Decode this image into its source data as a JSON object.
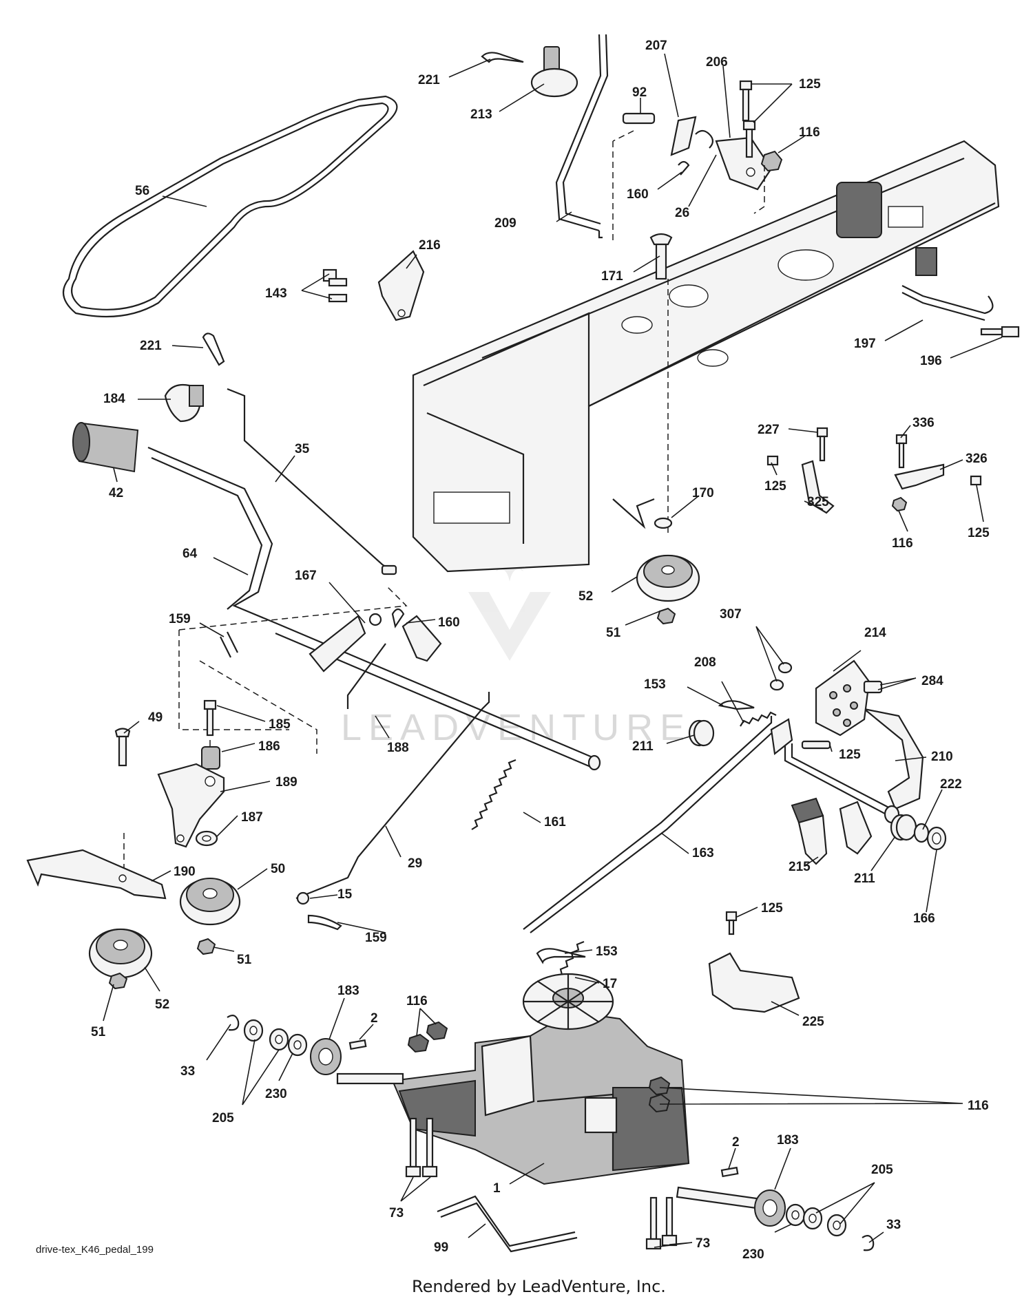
{
  "diagram": {
    "id_label": "drive-tex_K46_pedal_199",
    "footer": "Rendered by LeadVenture, Inc.",
    "watermark": "LEADVENTURE",
    "callouts": [
      {
        "key": "221a",
        "label": "221"
      },
      {
        "key": "213",
        "label": "213"
      },
      {
        "key": "207",
        "label": "207"
      },
      {
        "key": "92",
        "label": "92"
      },
      {
        "key": "206",
        "label": "206"
      },
      {
        "key": "125a",
        "label": "125"
      },
      {
        "key": "116a",
        "label": "116"
      },
      {
        "key": "56",
        "label": "56"
      },
      {
        "key": "160a",
        "label": "160"
      },
      {
        "key": "26",
        "label": "26"
      },
      {
        "key": "209",
        "label": "209"
      },
      {
        "key": "216",
        "label": "216"
      },
      {
        "key": "171",
        "label": "171"
      },
      {
        "key": "143",
        "label": "143"
      },
      {
        "key": "197",
        "label": "197"
      },
      {
        "key": "196",
        "label": "196"
      },
      {
        "key": "221b",
        "label": "221"
      },
      {
        "key": "184",
        "label": "184"
      },
      {
        "key": "35",
        "label": "35"
      },
      {
        "key": "227",
        "label": "227"
      },
      {
        "key": "336",
        "label": "336"
      },
      {
        "key": "326",
        "label": "326"
      },
      {
        "key": "42",
        "label": "42"
      },
      {
        "key": "170",
        "label": "170"
      },
      {
        "key": "125b",
        "label": "125"
      },
      {
        "key": "325",
        "label": "325"
      },
      {
        "key": "125c",
        "label": "125"
      },
      {
        "key": "116b",
        "label": "116"
      },
      {
        "key": "64",
        "label": "64"
      },
      {
        "key": "167",
        "label": "167"
      },
      {
        "key": "52a",
        "label": "52"
      },
      {
        "key": "160b",
        "label": "160"
      },
      {
        "key": "159a",
        "label": "159"
      },
      {
        "key": "307",
        "label": "307"
      },
      {
        "key": "214",
        "label": "214"
      },
      {
        "key": "51a",
        "label": "51"
      },
      {
        "key": "208",
        "label": "208"
      },
      {
        "key": "284",
        "label": "284"
      },
      {
        "key": "153a",
        "label": "153"
      },
      {
        "key": "49",
        "label": "49"
      },
      {
        "key": "185",
        "label": "185"
      },
      {
        "key": "186",
        "label": "186"
      },
      {
        "key": "211a",
        "label": "211"
      },
      {
        "key": "188",
        "label": "188"
      },
      {
        "key": "125d",
        "label": "125"
      },
      {
        "key": "210",
        "label": "210"
      },
      {
        "key": "189",
        "label": "189"
      },
      {
        "key": "222",
        "label": "222"
      },
      {
        "key": "187",
        "label": "187"
      },
      {
        "key": "161",
        "label": "161"
      },
      {
        "key": "29",
        "label": "29"
      },
      {
        "key": "163",
        "label": "163"
      },
      {
        "key": "215",
        "label": "215"
      },
      {
        "key": "190",
        "label": "190"
      },
      {
        "key": "50",
        "label": "50"
      },
      {
        "key": "211b",
        "label": "211"
      },
      {
        "key": "166",
        "label": "166"
      },
      {
        "key": "15",
        "label": "15"
      },
      {
        "key": "125e",
        "label": "125"
      },
      {
        "key": "159b",
        "label": "159"
      },
      {
        "key": "51b",
        "label": "51"
      },
      {
        "key": "153b",
        "label": "153"
      },
      {
        "key": "52b",
        "label": "52"
      },
      {
        "key": "17",
        "label": "17"
      },
      {
        "key": "51c",
        "label": "51"
      },
      {
        "key": "183a",
        "label": "183"
      },
      {
        "key": "116c",
        "label": "116"
      },
      {
        "key": "2a",
        "label": "2"
      },
      {
        "key": "225",
        "label": "225"
      },
      {
        "key": "33a",
        "label": "33"
      },
      {
        "key": "230a",
        "label": "230"
      },
      {
        "key": "205a",
        "label": "205"
      },
      {
        "key": "116d",
        "label": "116"
      },
      {
        "key": "2b",
        "label": "2"
      },
      {
        "key": "183b",
        "label": "183"
      },
      {
        "key": "1",
        "label": "1"
      },
      {
        "key": "205b",
        "label": "205"
      },
      {
        "key": "73a",
        "label": "73"
      },
      {
        "key": "33b",
        "label": "33"
      },
      {
        "key": "99",
        "label": "99"
      },
      {
        "key": "73b",
        "label": "73"
      },
      {
        "key": "230b",
        "label": "230"
      }
    ]
  }
}
